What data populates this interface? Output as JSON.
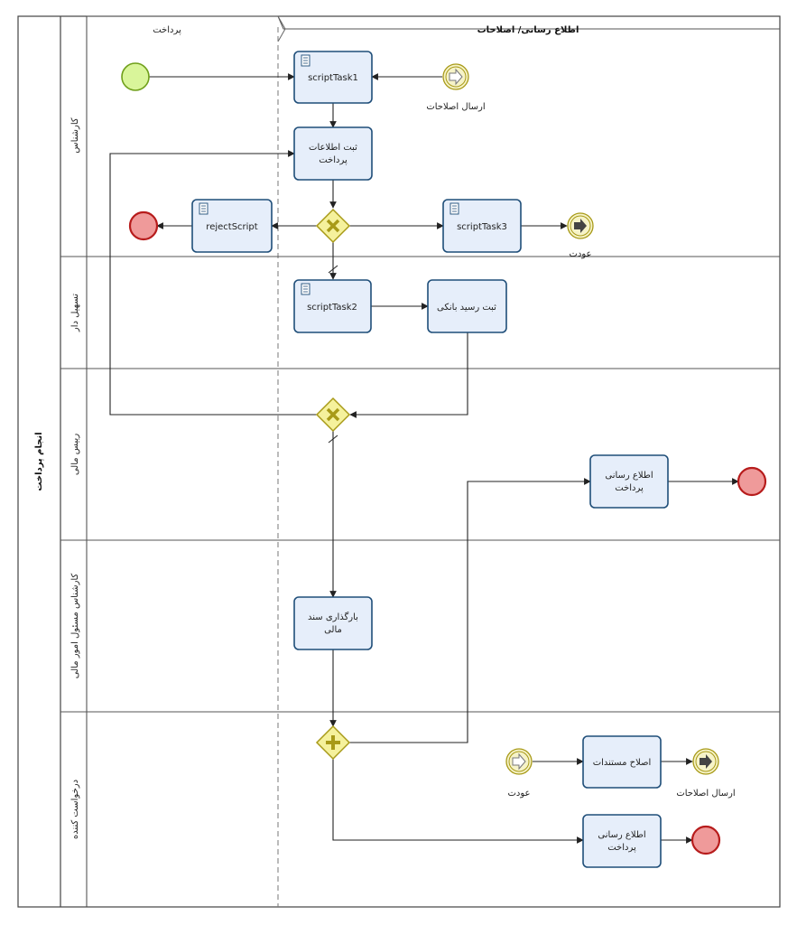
{
  "pool": {
    "title": "انجام پرداخت"
  },
  "phases": {
    "left": "پرداخت",
    "right": "اطلاع رسانی/ اصلاحات"
  },
  "lanes": [
    "کارشناس",
    "تسهیل دار",
    "رییس مالی",
    "کارشناس مسئول امور مالی",
    "درخواست کننده"
  ],
  "tasks": {
    "scriptTask1": "scriptTask1",
    "register_payment": [
      "ثبت اطلاعات",
      "پرداخت"
    ],
    "rejectScript": "rejectScript",
    "scriptTask3": "scriptTask3",
    "scriptTask2": "scriptTask2",
    "bank_receipt": "ثبت رسید بانکی",
    "notify_payment_1": [
      "اطلاع رسانی",
      "پرداخت"
    ],
    "upload_doc": [
      "بارگذاری سند",
      "مالی"
    ],
    "fix_docs": "اصلاح مستندات",
    "notify_payment_2": [
      "اطلاع رسانی",
      "پرداخت"
    ]
  },
  "events": {
    "catch_send_corrections": "ارسال اصلاحات",
    "throw_return": "عودت",
    "catch_return": "عودت",
    "throw_send_corrections": "ارسال اصلاحات"
  },
  "colors": {
    "task_fill": "#e6eefa",
    "task_stroke": "#1f4e79",
    "start_fill": "#d9f59a",
    "start_stroke": "#6f9f1a",
    "end_fill": "#ef9a9a",
    "end_stroke": "#b71c1c",
    "gateway_fill": "#f5f19c",
    "gateway_stroke": "#a89a18",
    "message_event_fill": "#f6f3c8",
    "message_event_stroke": "#a89a18"
  }
}
